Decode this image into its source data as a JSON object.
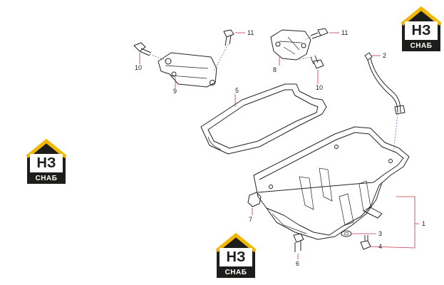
{
  "callouts": [
    {
      "id": "c1",
      "label": "1"
    },
    {
      "id": "c2",
      "label": "2"
    },
    {
      "id": "c3",
      "label": "3"
    },
    {
      "id": "c4",
      "label": "4"
    },
    {
      "id": "c5",
      "label": "5"
    },
    {
      "id": "c6",
      "label": "6"
    },
    {
      "id": "c7",
      "label": "7"
    },
    {
      "id": "c8",
      "label": "8"
    },
    {
      "id": "c9",
      "label": "9"
    },
    {
      "id": "c10a",
      "label": "10"
    },
    {
      "id": "c10b",
      "label": "10"
    },
    {
      "id": "c11a",
      "label": "11"
    },
    {
      "id": "c11b",
      "label": "11"
    }
  ],
  "logo": {
    "mark": "НЗ",
    "word": "СНАБ",
    "colors": {
      "roof": "#f2b705",
      "wall": "#1d1d1b",
      "text": "#ffffff"
    }
  },
  "colors": {
    "line": "#222222",
    "leader": "#c8324a",
    "centerline": "#4a58c8"
  }
}
